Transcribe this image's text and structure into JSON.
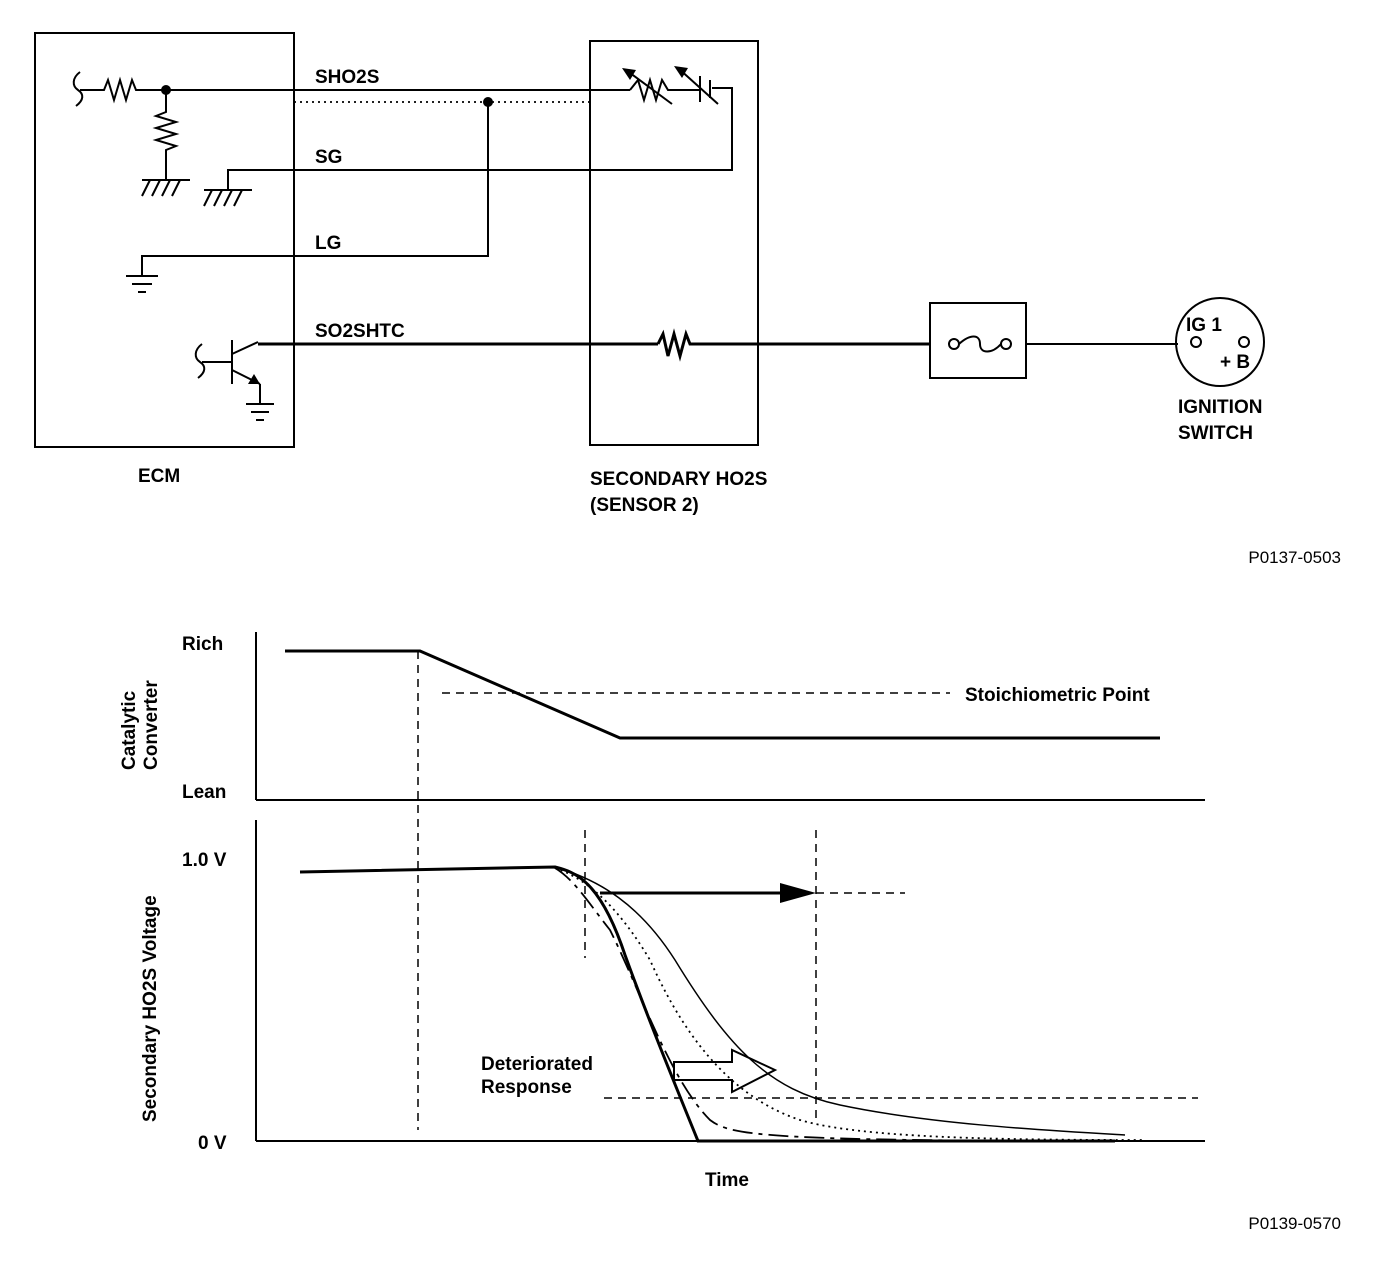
{
  "circuit": {
    "ecm_label": "ECM",
    "wire_labels": {
      "sho2s": "SHO2S",
      "sg": "SG",
      "lg": "LG",
      "so2shtc": "SO2SHTC"
    },
    "sensor_label_line1": "SECONDARY HO2S",
    "sensor_label_line2": "(SENSOR 2)",
    "ignition": {
      "ig_label": "IG 1",
      "b_label": "+ B",
      "name_line1": "IGNITION",
      "name_line2": "SWITCH"
    },
    "figure_ref": "P0137-0503"
  },
  "graph": {
    "top_panel": {
      "ylabel_line1": "Catalytic",
      "ylabel_line2": "Converter",
      "y_top_label": "Rich",
      "y_bottom_label": "Lean",
      "reference_label": "Stoichiometric Point"
    },
    "bottom_panel": {
      "ylabel": "Secondary HO2S Voltage",
      "y_top_label": "1.0 V",
      "y_bottom_label": "0 V",
      "annotation_line1": "Deteriorated",
      "annotation_line2": "Response"
    },
    "xlabel": "Time",
    "figure_ref": "P0139-0570"
  }
}
